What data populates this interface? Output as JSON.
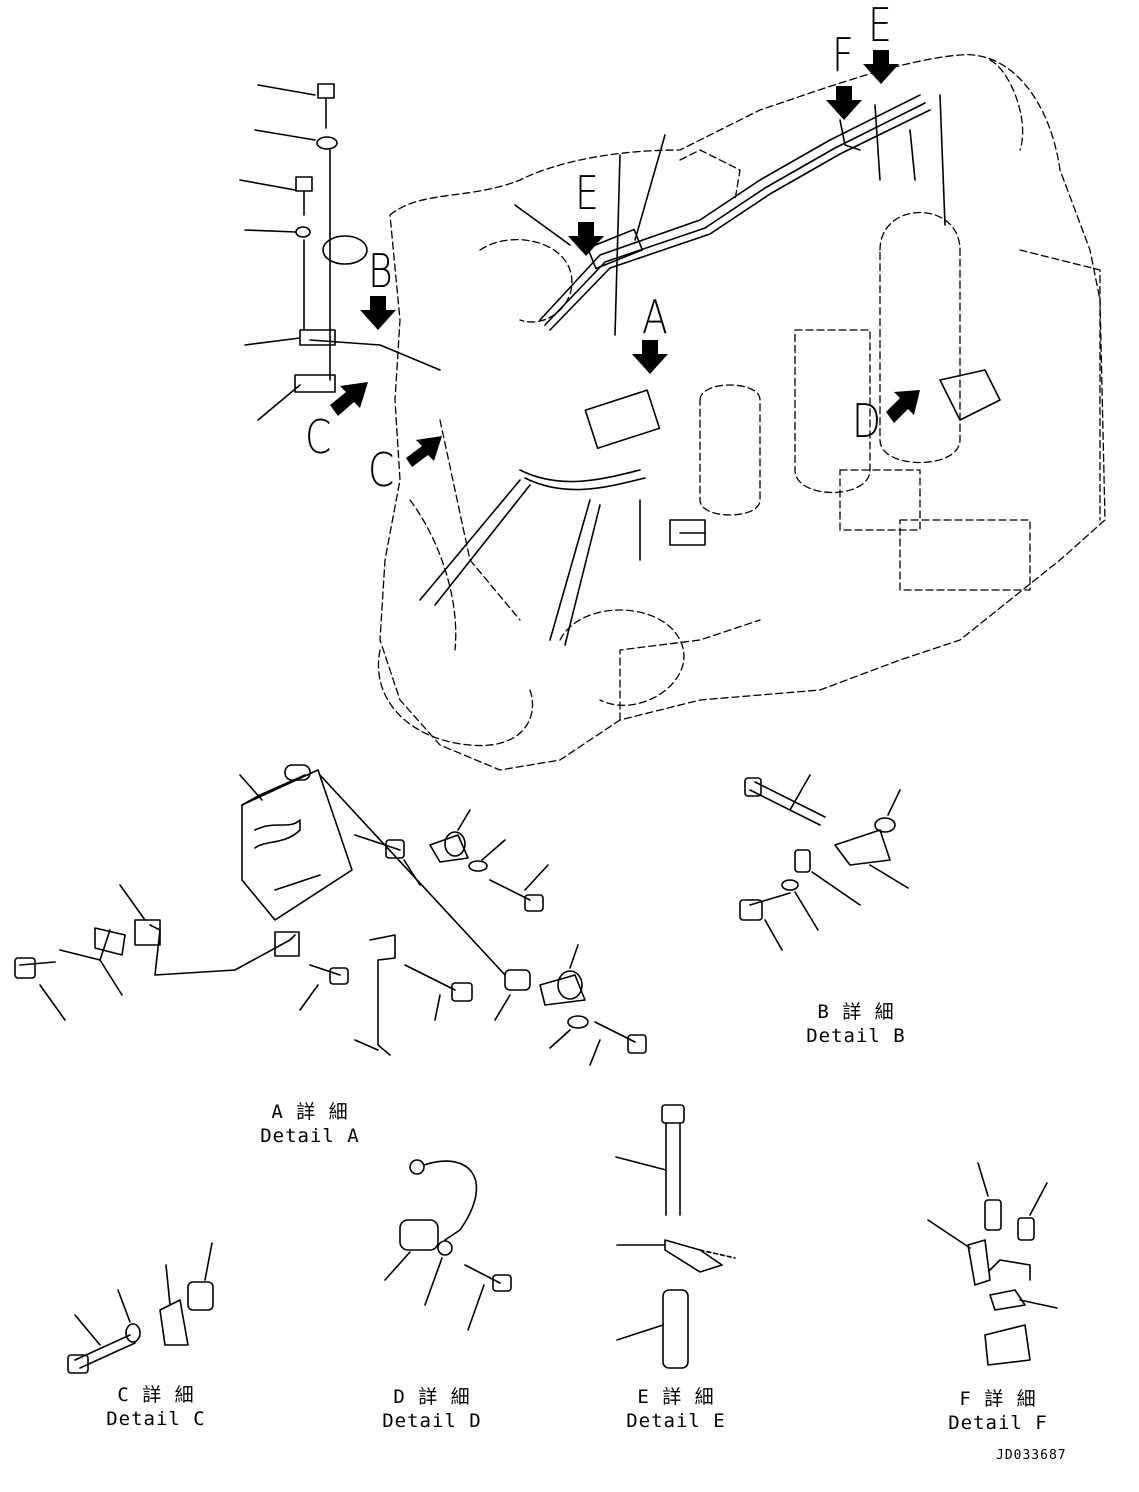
{
  "callouts": {
    "main": [
      {
        "id": "B",
        "text": "B"
      },
      {
        "id": "C1",
        "text": "C"
      },
      {
        "id": "C2",
        "text": "C"
      },
      {
        "id": "E1",
        "text": "E"
      },
      {
        "id": "A",
        "text": "A"
      },
      {
        "id": "F",
        "text": "F"
      },
      {
        "id": "E2",
        "text": "E"
      },
      {
        "id": "D",
        "text": "D"
      }
    ]
  },
  "details": [
    {
      "id": "A",
      "jp": "A 詳 細",
      "en": "Detail A"
    },
    {
      "id": "B",
      "jp": "B 詳 細",
      "en": "Detail B"
    },
    {
      "id": "C",
      "jp": "C 詳 細",
      "en": "Detail C"
    },
    {
      "id": "D",
      "jp": "D 詳 細",
      "en": "Detail D"
    },
    {
      "id": "E",
      "jp": "E 詳 細",
      "en": "Detail E"
    },
    {
      "id": "F",
      "jp": "F 詳 細",
      "en": "Detail F"
    }
  ],
  "drawing_code": "JD033687"
}
